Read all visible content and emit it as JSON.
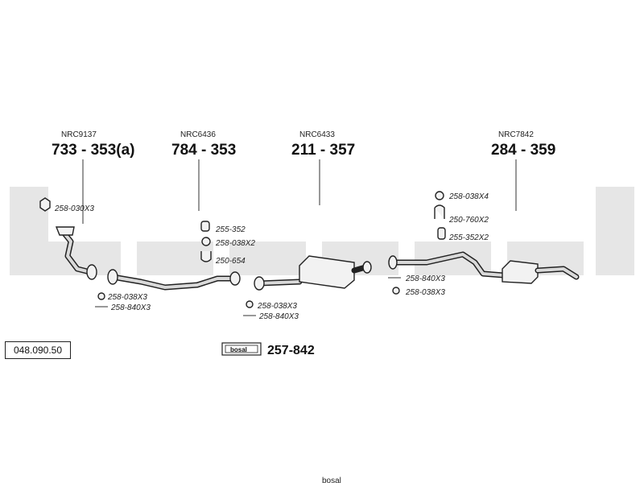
{
  "diagram": {
    "reference_number": "048.090.50",
    "watermark": "bosal",
    "parts": [
      {
        "oe_code": "NRC9137",
        "part_number": "733 - 353(a)"
      },
      {
        "oe_code": "NRC6436",
        "part_number": "784 - 353"
      },
      {
        "oe_code": "NRC6433",
        "part_number": "211 - 357"
      },
      {
        "oe_code": "NRC7842",
        "part_number": "284 - 359"
      }
    ],
    "fittings": {
      "manifold_nut": "258-030X3",
      "front_pipe_gasket": "258-038X3",
      "front_pipe_bolt": "258-840X3",
      "mid_rubber": "255-352",
      "mid_gasket": "258-038X2",
      "mid_clamp": "250-654",
      "center_gasket": "258-038X3",
      "center_bolt": "258-840X3",
      "rear_gasket_top": "258-038X4",
      "rear_clamp": "250-760X2",
      "rear_rubber": "255-352X2",
      "rear_bolt": "258-840X3",
      "rear_gasket_bottom": "258-038X3"
    },
    "mounting_kit": {
      "logo": "bosal",
      "part_number": "257-842"
    }
  }
}
